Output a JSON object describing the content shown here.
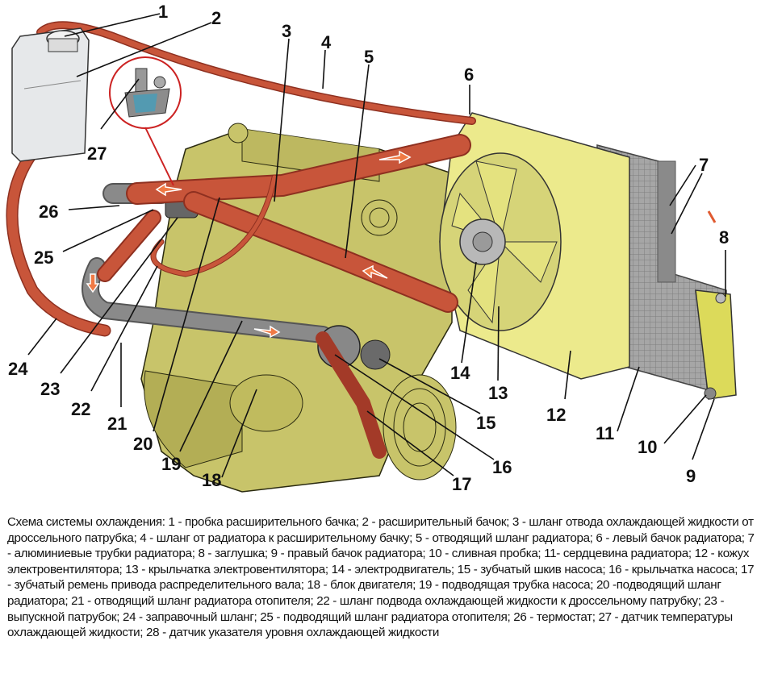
{
  "colors": {
    "hose": "#c8553a",
    "hose_dark": "#8e3020",
    "engine": "#c8c46a",
    "engine_shade": "#b3ae55",
    "shroud": "#ecea8c",
    "radiator": "#9a9a9a",
    "pipe": "#7a7a7a",
    "tank": "#e6e8ea",
    "arrow": "#f07a45",
    "callout": "#cc2222"
  },
  "labels": [
    "1",
    "2",
    "3",
    "4",
    "5",
    "6",
    "7",
    "8",
    "9",
    "10",
    "11",
    "12",
    "13",
    "14",
    "15",
    "16",
    "17",
    "18",
    "19",
    "20",
    "21",
    "22",
    "23",
    "24",
    "25",
    "26",
    "27"
  ],
  "caption": "Схема системы охлаждения: 1 - пробка расширительного бачка; 2 - расширительный бачок; 3 - шланг отвода охлаждающей жидкости от дроссельного патрубка; 4 - шланг от радиатора к расширительному бачку; 5 - отводящий шланг радиатора; 6 - левый бачок радиатора; 7 - алюминиевые трубки радиатора; 8 - заглушка; 9 - правый бачок радиатора; 10 - сливная пробка; 11- сердцевина радиатора; 12 - кожух электровентилятора; 13 - крыльчатка электровентилятора; 14 - электродвигатель; 15 - зубчатый шкив насоса; 16 - крыльчатка насоса; 17 - зубчатый ремень привода распределительного вала; 18 - блок двигателя; 19 - подводящая трубка насоса; 20 -подводящий шланг радиатора; 21 - отводящий шланг радиатора отопителя; 22 - шланг подвода охлаждающей жидкости к дроссельному патрубку; 23 - выпускной патрубок; 24 - заправочный шланг; 25 - подводящий шланг радиатора отопителя; 26 - термостат; 27 - датчик температуры охлаждающей жидкости; 28 - датчик указателя уровня охлаждающей жидкости"
}
